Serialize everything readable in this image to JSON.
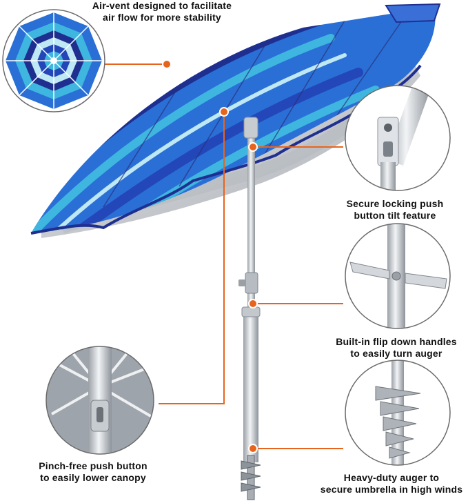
{
  "callouts": {
    "air_vent": {
      "line1": "Air-vent designed to facilitate",
      "line2": "air flow for more stability"
    },
    "tilt": {
      "line1": "Secure locking push",
      "line2": "button tilt feature"
    },
    "handles": {
      "line1": "Built-in flip down handles",
      "line2": "to easily turn auger"
    },
    "auger": {
      "line1": "Heavy-duty auger to",
      "line2": "secure umbrella in high winds"
    },
    "pinch": {
      "line1": "Pinch-free push button",
      "line2": "to easily lower canopy"
    }
  },
  "colors": {
    "accent": "#e8641c",
    "canopy_deep": "#1f2f8f",
    "canopy_blue": "#2a6fd6",
    "canopy_teal": "#3fb6e0",
    "canopy_light": "#bfe8f5",
    "underside": "#c9cdd2",
    "pole": "#d9dde2"
  }
}
